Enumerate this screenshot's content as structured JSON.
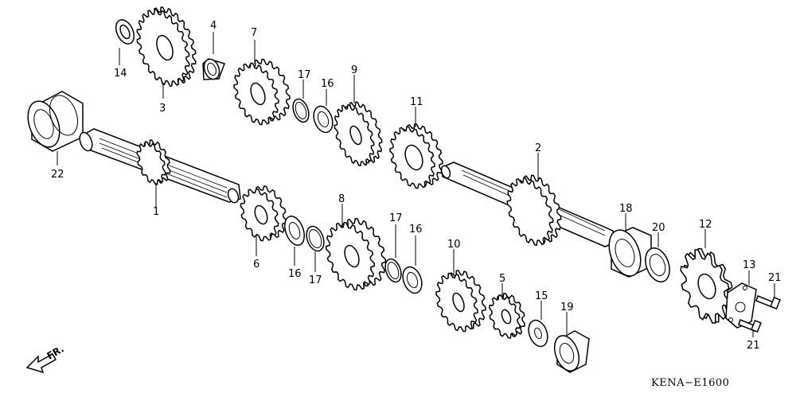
{
  "diagram_code": "KENA−E1600",
  "direction_label": "FR.",
  "callouts": [
    {
      "id": "c14a",
      "text": "14"
    },
    {
      "id": "c3",
      "text": "3"
    },
    {
      "id": "c4",
      "text": "4"
    },
    {
      "id": "c7",
      "text": "7"
    },
    {
      "id": "c17a",
      "text": "17"
    },
    {
      "id": "c16a",
      "text": "16"
    },
    {
      "id": "c9",
      "text": "9"
    },
    {
      "id": "c11",
      "text": "11"
    },
    {
      "id": "c22",
      "text": "22"
    },
    {
      "id": "c1",
      "text": "1"
    },
    {
      "id": "c2",
      "text": "2"
    },
    {
      "id": "c6",
      "text": "6"
    },
    {
      "id": "c16b",
      "text": "16"
    },
    {
      "id": "c17b",
      "text": "17"
    },
    {
      "id": "c8",
      "text": "8"
    },
    {
      "id": "c17c",
      "text": "17"
    },
    {
      "id": "c16c",
      "text": "16"
    },
    {
      "id": "c10",
      "text": "10"
    },
    {
      "id": "c5",
      "text": "5"
    },
    {
      "id": "c15",
      "text": "15"
    },
    {
      "id": "c19b",
      "text": "19"
    },
    {
      "id": "c18",
      "text": "18"
    },
    {
      "id": "c20",
      "text": "20"
    },
    {
      "id": "c12",
      "text": "12"
    },
    {
      "id": "c13",
      "text": "13"
    },
    {
      "id": "c21a",
      "text": "21"
    },
    {
      "id": "c21b",
      "text": "21"
    }
  ]
}
